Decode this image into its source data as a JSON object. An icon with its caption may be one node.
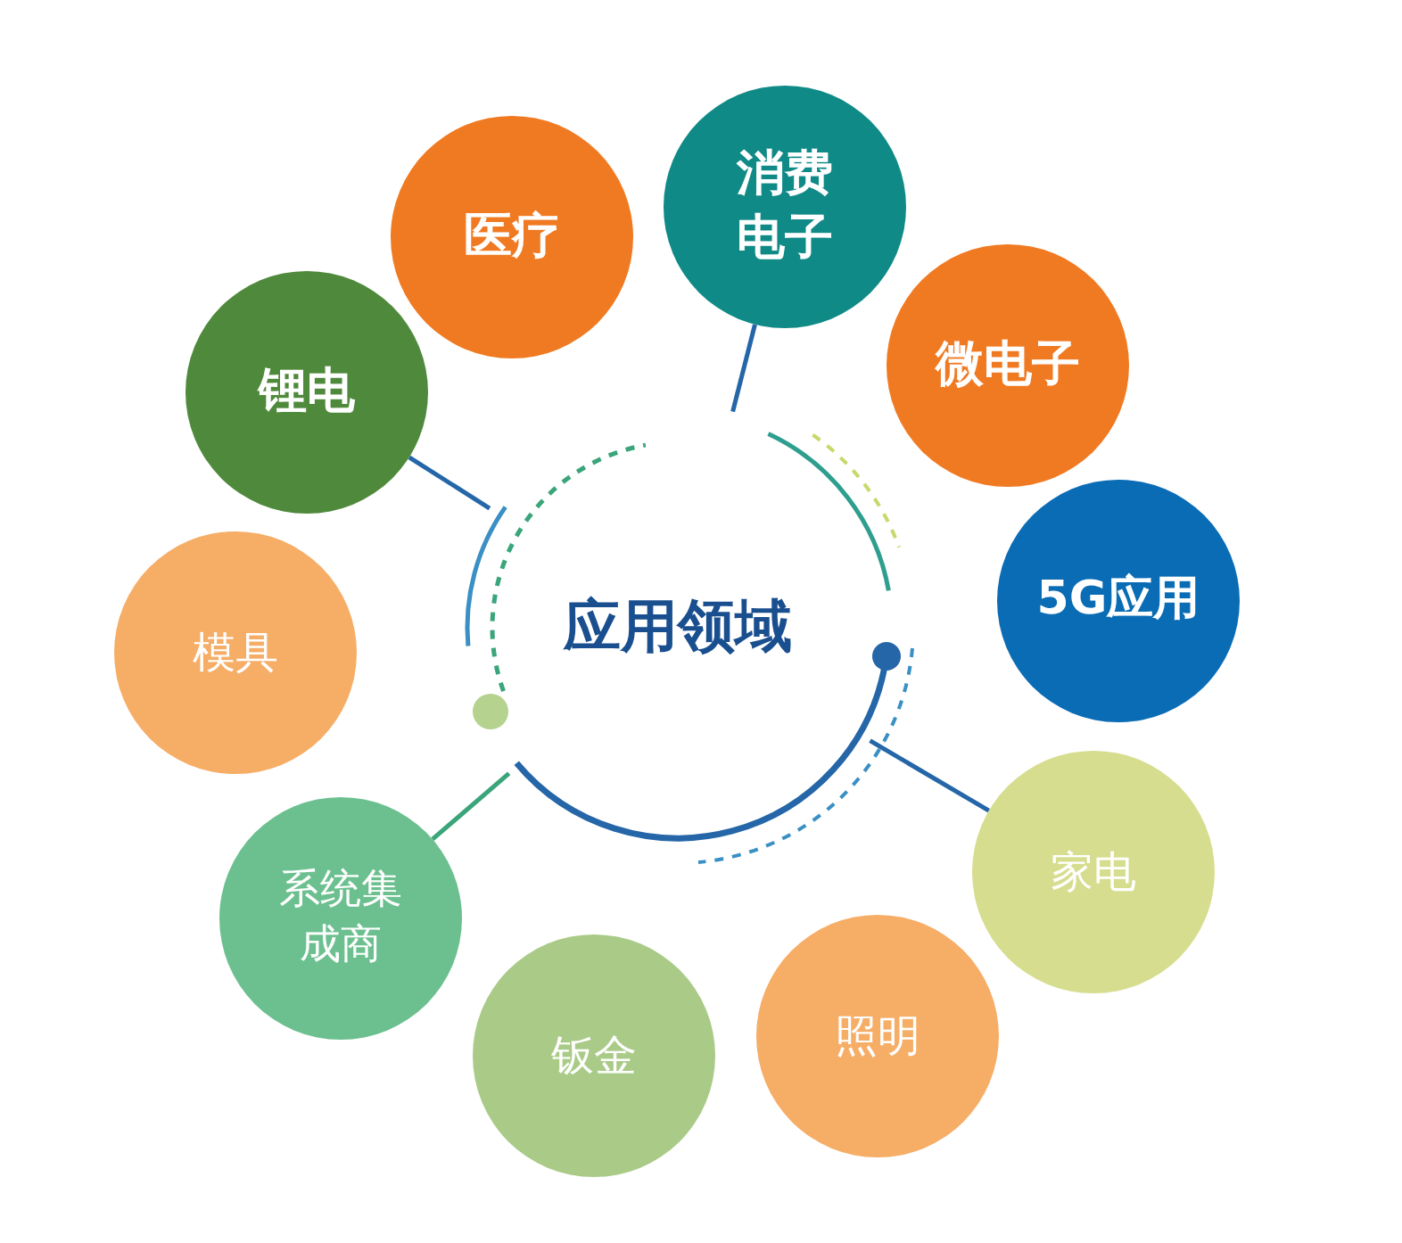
{
  "diagram": {
    "nodes": [
      {
        "text": [
          "应用领域"
        ]
      },
      {
        "text": [
          "医疗"
        ]
      },
      {
        "text": [
          "消费电子"
        ]
      },
      {
        "text": [
          "锂电"
        ]
      },
      {
        "text": [
          "微电子"
        ]
      },
      {
        "text": [
          "5G应用"
        ]
      },
      {
        "text": [
          "模具"
        ]
      },
      {
        "text": [
          "家电"
        ]
      },
      {
        "text": [
          "系统集成商"
        ]
      },
      {
        "text": [
          "照明"
        ]
      },
      {
        "text": [
          "钣金"
        ]
      }
    ],
    "edges": [
      {
        "from": 0,
        "to": 3,
        "arrow": "none"
      },
      {
        "from": 0,
        "to": 2,
        "arrow": "none"
      },
      {
        "from": 0,
        "to": 7,
        "arrow": "none"
      },
      {
        "from": 0,
        "to": 8,
        "arrow": "none",
        "color": "#3aa57a"
      }
    ]
  }
}
